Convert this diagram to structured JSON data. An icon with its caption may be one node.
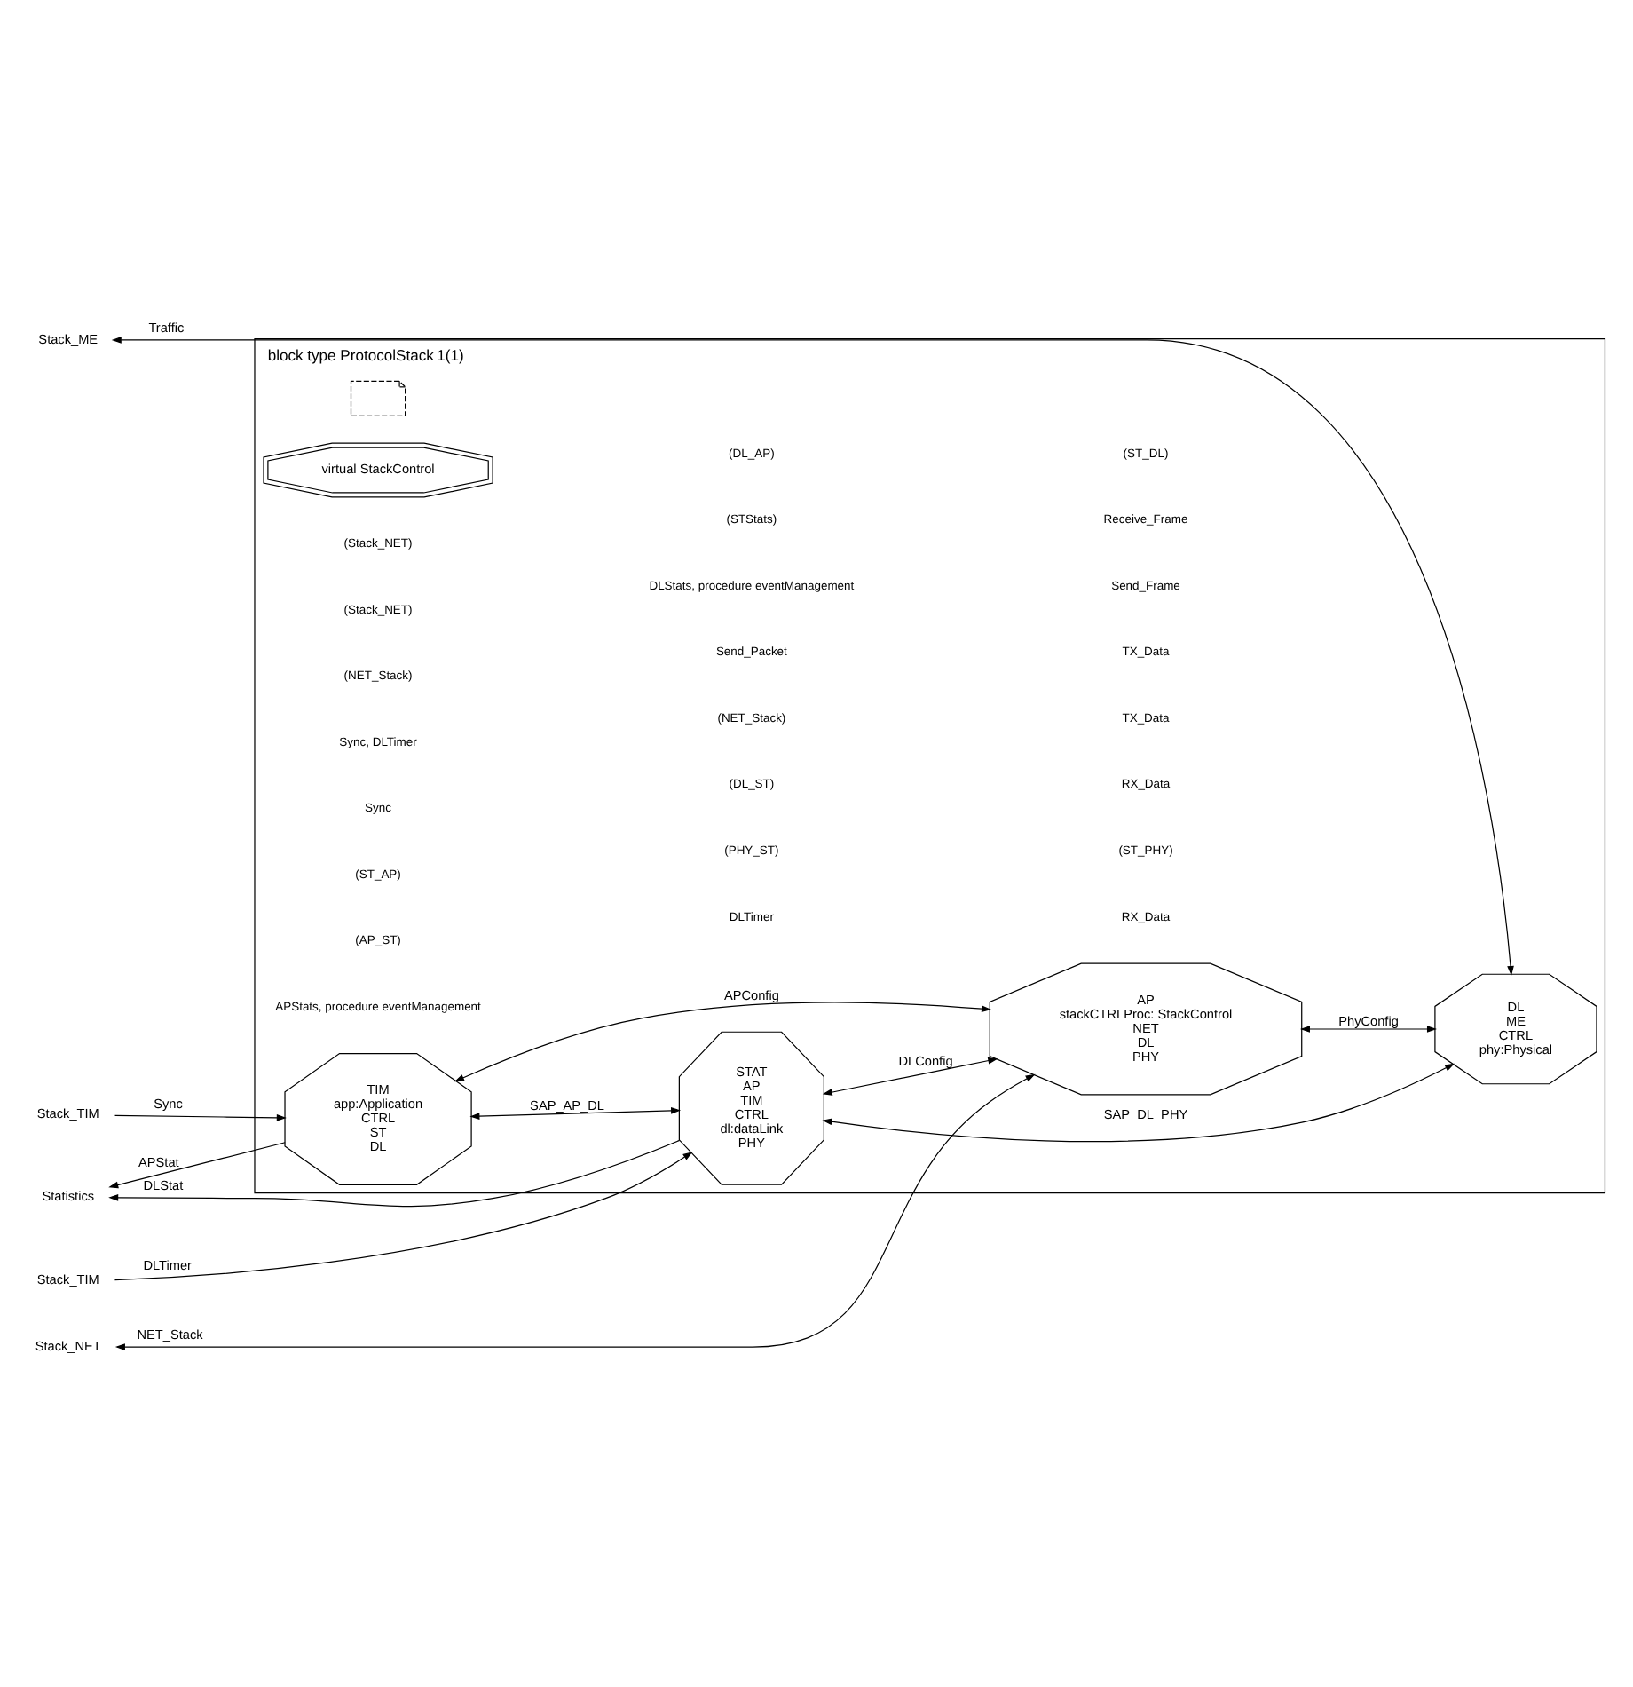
{
  "diagram": {
    "nodes": [
      {
        "text": [
          "block type ProtocolStack",
          "1(1)"
        ]
      },
      {
        "text": [],
        "shape": "note",
        "in": 0
      },
      {
        "text": [
          "virtual StackControl"
        ],
        "in": 0
      },
      {
        "text": [
          "TIM",
          "app:Application",
          "CTRL",
          "ST",
          "DL"
        ],
        "in": 0
      },
      {
        "text": [
          "AP",
          "stackCTRLProc: StackControl",
          "NET",
          "DL",
          "PHY"
        ],
        "in": 0
      },
      {
        "text": [
          "STAT",
          "AP",
          "TIM",
          "CTRL",
          "dl:dataLink",
          "PHY"
        ],
        "in": 0
      },
      {
        "text": [
          "DL",
          "ME",
          "CTRL",
          "phy:Physical"
        ],
        "in": 0
      },
      {
        "text": [
          "Stack_NET"
        ]
      },
      {
        "text": [
          "Stack_TIM"
        ]
      },
      {
        "text": [
          "Statistics"
        ]
      },
      {
        "text": [
          "Stack_TIM"
        ]
      },
      {
        "text": [
          "Stack_ME"
        ]
      }
    ],
    "edges": [
      {
        "from": 4,
        "to": 7,
        "arrow": "both",
        "label": "NET_Stack"
      },
      {
        "from": 8,
        "to": 3,
        "arrow": "to",
        "label": "Sync"
      },
      {
        "from": 3,
        "to": 9,
        "arrow": "to",
        "label": "APStat"
      },
      {
        "from": 5,
        "to": 9,
        "arrow": "to",
        "label": "DLStat"
      },
      {
        "from": 3,
        "to": 5,
        "arrow": "both",
        "label": "SAP_AP_DL"
      },
      {
        "from": 3,
        "to": 4,
        "arrow": "both",
        "label": "APConfig"
      },
      {
        "from": 10,
        "to": 5,
        "arrow": "to",
        "label": "DLTimer"
      },
      {
        "from": 5,
        "to": 4,
        "arrow": "both",
        "label": "DLConfig"
      },
      {
        "from": 5,
        "to": 6,
        "arrow": "both",
        "label": "SAP_DL_PHY"
      },
      {
        "from": 4,
        "to": 6,
        "arrow": "both",
        "label": "PhyConfig"
      },
      {
        "from": 11,
        "to": 6,
        "arrow": "both",
        "label": "Traffic"
      }
    ],
    "labels": [
      "(Stack_NET)",
      "(Stack_NET)",
      "(NET_Stack)",
      "Sync, DLTimer",
      "Sync",
      "(ST_AP)",
      "(AP_ST)",
      "APStats, procedure eventManagement",
      "(DL_AP)",
      "(STStats)",
      "DLStats, procedure eventManagement",
      "Send_Packet",
      "(NET_Stack)",
      "(DL_ST)",
      "(PHY_ST)",
      "DLTimer",
      "(ST_DL)",
      "Receive_Frame",
      "Send_Frame",
      "TX_Data",
      "TX_Data",
      "RX_Data",
      "(ST_PHY)",
      "RX_Data"
    ]
  }
}
